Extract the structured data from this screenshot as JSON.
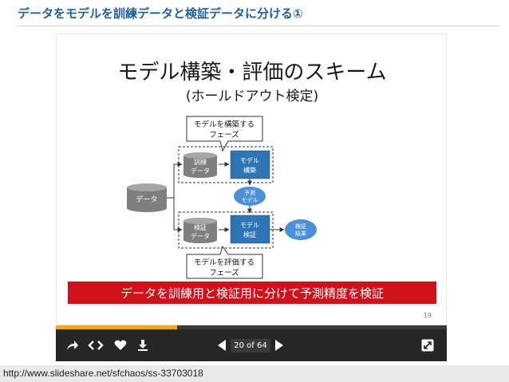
{
  "header": {
    "title": "データをモデルを訓練データと検証データに分ける①"
  },
  "slide": {
    "title": "モデル構築・評価のスキーム",
    "subtitle": "(ホールドアウト検定)",
    "callout_top": {
      "line1": "モデルを構築する",
      "line2": "フェーズ"
    },
    "callout_bottom": {
      "line1": "モデルを評価する",
      "line2": "フェーズ"
    },
    "data_label": "データ",
    "train_data": {
      "line1": "訓練",
      "line2": "データ"
    },
    "model_build": {
      "line1": "モデル",
      "line2": "構築"
    },
    "predict_model": {
      "line1": "予測",
      "line2": "モデル"
    },
    "verify_data": {
      "line1": "検証",
      "line2": "データ"
    },
    "model_verify": {
      "line1": "モデル",
      "line2": "検証"
    },
    "verify_result": {
      "line1": "検証",
      "line2": "結果"
    },
    "banner": "データを訓練用と検証用に分けて予測精度を検証",
    "slide_number": "19"
  },
  "player": {
    "page_indicator": "20 of 64",
    "progress_fraction": 0.31,
    "icons": [
      "share-icon",
      "embed-code-icon",
      "like-heart-icon",
      "download-icon",
      "previous-slide-icon",
      "next-slide-icon",
      "fullscreen-icon"
    ]
  },
  "source_url": "http://www.slideshare.net/sfchaos/ss-33703018",
  "colors": {
    "header_text": "#1f5f9e",
    "banner_red": "#d0121b",
    "box_blue": "#2e75b6",
    "circle_blue": "#4a90d9",
    "cylinder_gray": "#7f7f7f",
    "progress": "#f6a81d"
  }
}
